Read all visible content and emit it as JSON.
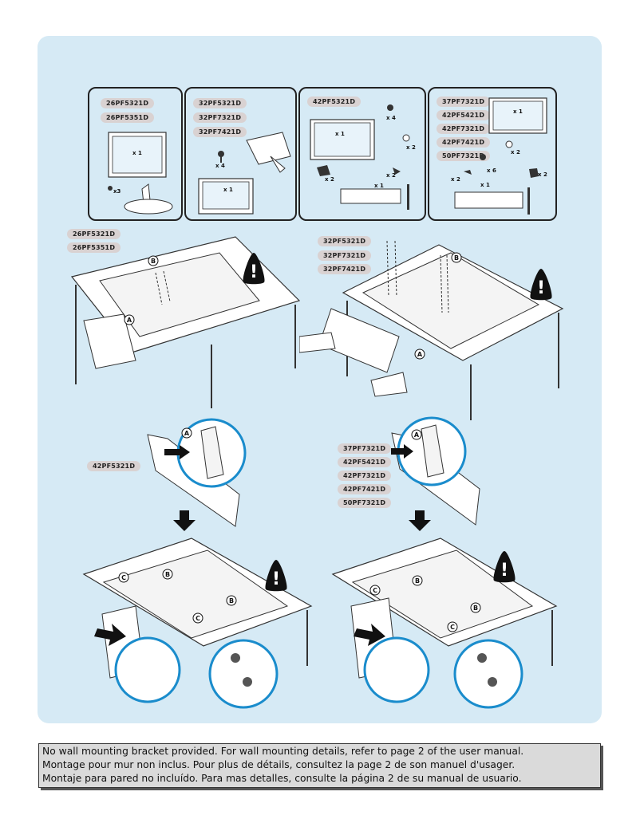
{
  "kits": [
    {
      "models": [
        "26PF5321D",
        "26PF5351D"
      ],
      "quantities": [
        "x 1",
        "x3"
      ]
    },
    {
      "models": [
        "32PF5321D",
        "32PF7321D",
        "32PF7421D"
      ],
      "quantities": [
        "x 4",
        "x 1"
      ]
    },
    {
      "models": [
        "42PF5321D"
      ],
      "quantities": [
        "x 4",
        "x 1",
        "x 2",
        "x 2",
        "x 2",
        "x 1"
      ]
    },
    {
      "models": [
        "37PF7321D",
        "42PF5421D",
        "42PF7321D",
        "42PF7421D",
        "50PF7321D"
      ],
      "quantities": [
        "x 1",
        "x 2",
        "x 2",
        "x 6",
        "x 2",
        "x 1"
      ]
    }
  ],
  "step1": {
    "left_models": [
      "26PF5321D",
      "26PF5351D"
    ],
    "right_models": [
      "32PF5321D",
      "32PF7321D",
      "32PF7421D"
    ]
  },
  "step2": {
    "left_models": [
      "42PF5321D"
    ],
    "right_models": [
      "37PF7321D",
      "42PF5421D",
      "42PF7321D",
      "42PF7421D",
      "50PF7321D"
    ]
  },
  "callouts": {
    "a": "A",
    "b": "B",
    "c": "C"
  },
  "warning_symbol": "!",
  "colors": {
    "panel": "#d6eaf5",
    "tag": "#d9d2d2",
    "callout_ring": "#1a8ccc",
    "warning": "#111111"
  },
  "footer_note": {
    "lines": [
      "No wall mounting bracket provided. For wall mounting details, refer to page 2 of the user manual.",
      "Montage pour mur non inclus. Pour plus de détails, consultez la page 2 de son manuel d'usager.",
      "Montaje para pared no incluído. Para mas detalles, consulte la página 2 de su manual de usuario."
    ]
  }
}
